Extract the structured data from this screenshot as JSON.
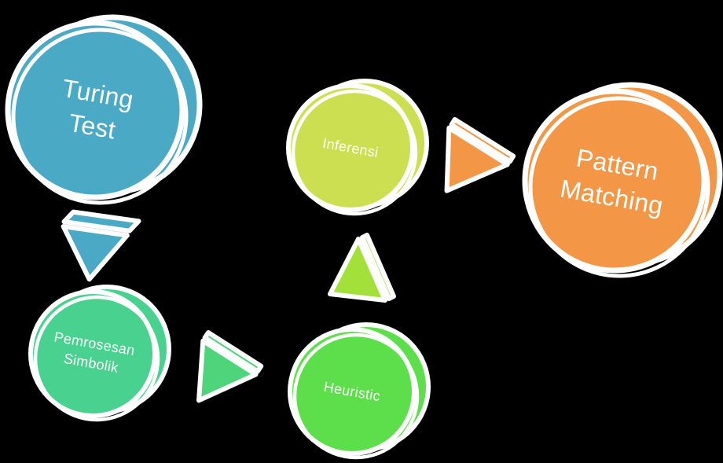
{
  "canvas": {
    "background_color": "#000000",
    "outline_color": "#ffffff",
    "text_color": "#ffffff"
  },
  "diagram": {
    "type": "process-cycle-smartart",
    "nodes": [
      {
        "id": "turing-test",
        "line1": "Turing",
        "line2": "Test",
        "color": "#4aaac6"
      },
      {
        "id": "pemrosesan-simbolik",
        "line1": "Pemrosesan",
        "line2": "Simbolik",
        "color": "#49d190"
      },
      {
        "id": "heuristic",
        "line1": "Heuristic",
        "line2": "",
        "color": "#5cdf4a"
      },
      {
        "id": "inferensi",
        "line1": "Inferensi",
        "line2": "",
        "color": "#ccdf50"
      },
      {
        "id": "pattern-matching",
        "line1": "Pattern",
        "line2": "Matching",
        "color": "#f39747"
      }
    ],
    "connectors": [
      {
        "id": "arrow-turing-to-pemrosesan",
        "direction": "down",
        "from": "turing-test",
        "to": "pemrosesan-simbolik",
        "color": "#4aaac6"
      },
      {
        "id": "arrow-pemrosesan-to-heuristic",
        "direction": "right",
        "from": "pemrosesan-simbolik",
        "to": "heuristic",
        "color": "#4ed47a"
      },
      {
        "id": "arrow-heuristic-to-inferensi",
        "direction": "up",
        "from": "heuristic",
        "to": "inferensi",
        "color": "#a4e03a"
      },
      {
        "id": "arrow-inferensi-to-pattern",
        "direction": "right",
        "from": "inferensi",
        "to": "pattern-matching",
        "color": "#f39747"
      }
    ]
  }
}
